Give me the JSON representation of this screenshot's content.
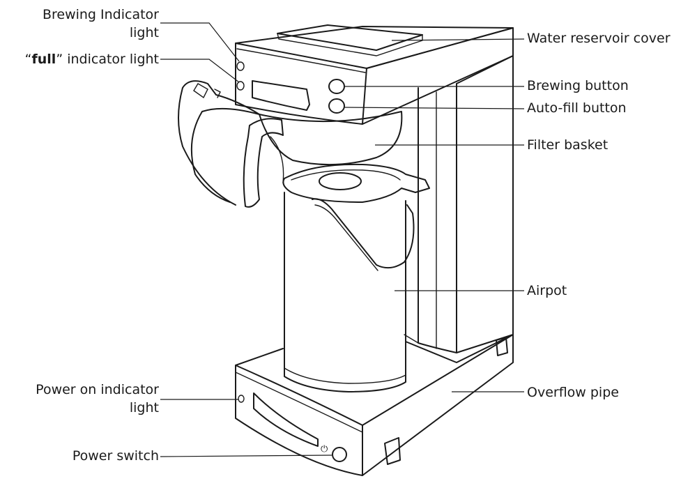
{
  "labels": {
    "brewing_indicator_line1": "Brewing Indicator",
    "brewing_indicator_line2": "light",
    "full_quote_open": "“",
    "full_word": "full",
    "full_rest": "” indicator light",
    "power_on_line1": "Power on indicator",
    "power_on_line2": "light",
    "power_switch": "Power switch",
    "water_reservoir_cover": "Water reservoir cover",
    "brewing_button": "Brewing button",
    "auto_fill_button": "Auto-fill button",
    "filter_basket": "Filter basket",
    "airpot": "Airpot",
    "overflow_pipe": "Overflow pipe"
  },
  "icons": {
    "power_symbol": "⏻"
  }
}
